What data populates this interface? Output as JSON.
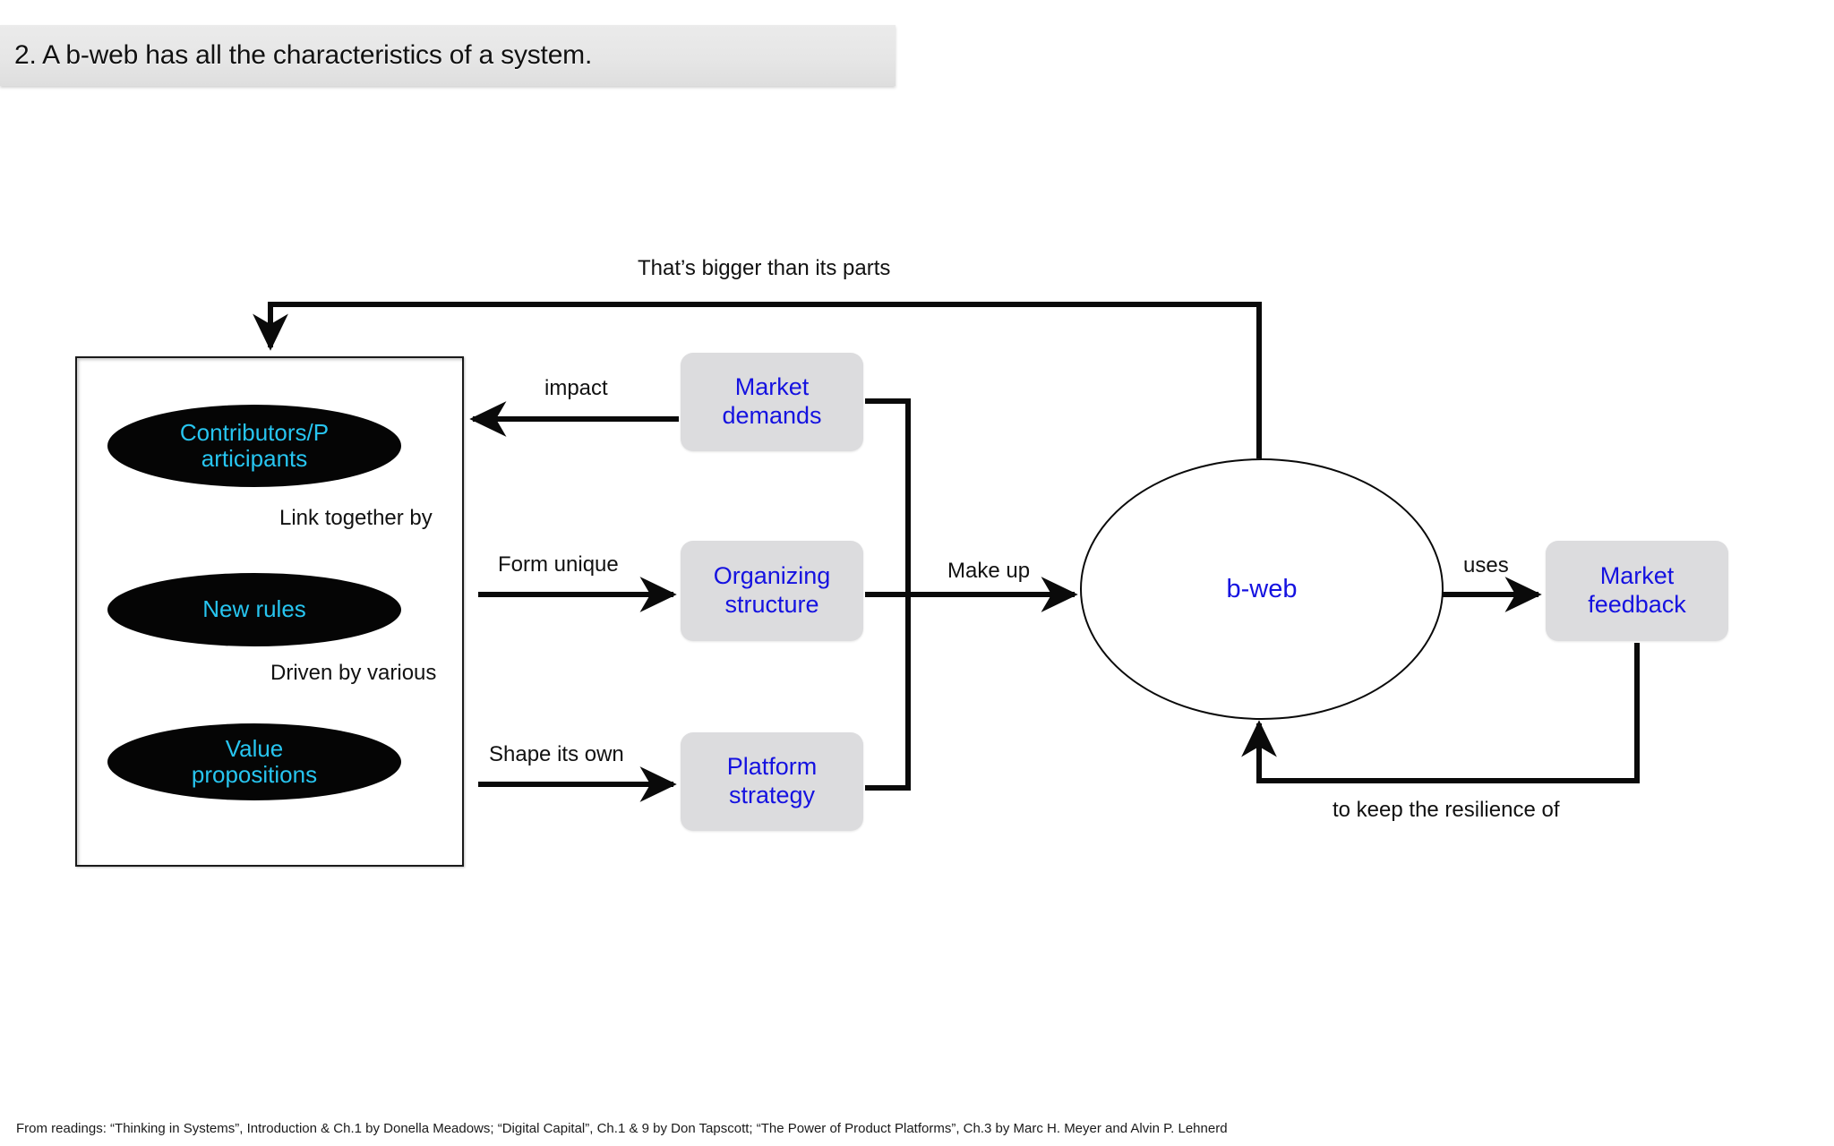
{
  "slide": {
    "title": "2. A b-web has all the characteristics of a system.",
    "footer": "From readings: “Thinking in Systems”, Introduction & Ch.1 by Donella Meadows; “Digital Capital”, Ch.1 & 9 by Don Tapscott; “The Power of Product Platforms”, Ch.3 by Marc H. Meyer and Alvin P. Lehnerd"
  },
  "colors": {
    "banner_background": "#e6e6e6",
    "ellipse_fill": "#050505",
    "ellipse_text": "#27c5f0",
    "box_fill": "#dcdcde",
    "box_text": "#1512e0",
    "edge": "#0a0a0a",
    "page_background": "#ffffff"
  },
  "diagram": {
    "type": "system-flow-diagram",
    "group": {
      "name": "system-components-group",
      "nodes": [
        {
          "id": "contributors",
          "shape": "ellipse",
          "label": "Contributors/P\narticipants",
          "line1": "Contributors/P",
          "line2": "articipants"
        },
        {
          "id": "new-rules",
          "shape": "ellipse",
          "label": "New rules"
        },
        {
          "id": "value-propositions",
          "shape": "ellipse",
          "label": "Value\npropositions",
          "line1": "Value",
          "line2": "propositions"
        }
      ]
    },
    "boxes": [
      {
        "id": "market-demands",
        "label": "Market\ndemands",
        "line1": "Market",
        "line2": "demands"
      },
      {
        "id": "organizing-structure",
        "label": "Organizing\nstructure",
        "line1": "Organizing",
        "line2": "structure"
      },
      {
        "id": "platform-strategy",
        "label": "Platform\nstrategy",
        "line1": "Platform",
        "line2": "strategy"
      },
      {
        "id": "market-feedback",
        "label": "Market\nfeedback",
        "line1": "Market",
        "line2": "feedback"
      }
    ],
    "center": {
      "id": "b-web",
      "shape": "ellipse",
      "label": "b-web"
    },
    "edges": [
      {
        "id": "bigger-than-parts",
        "label": "That’s bigger than its parts",
        "from": "b-web",
        "to": "system-components-group"
      },
      {
        "id": "impact",
        "label": "impact",
        "from": "market-demands",
        "to": "system-components-group"
      },
      {
        "id": "link-together-by",
        "label": "Link together by",
        "from": "contributors",
        "to": "new-rules"
      },
      {
        "id": "driven-by-various",
        "label": "Driven by various",
        "from": "new-rules",
        "to": "value-propositions"
      },
      {
        "id": "form-unique",
        "label": "Form unique",
        "from": "system-components-group",
        "to": "organizing-structure"
      },
      {
        "id": "shape-its-own",
        "label": "Shape its own",
        "from": "system-components-group",
        "to": "platform-strategy"
      },
      {
        "id": "make-up",
        "label": "Make up",
        "from": "organizing-structure",
        "to": "b-web"
      },
      {
        "id": "uses",
        "label": "uses",
        "from": "b-web",
        "to": "market-feedback"
      },
      {
        "id": "keep-resilience",
        "label": "to keep the resilience of",
        "from": "market-feedback",
        "to": "b-web"
      }
    ]
  }
}
